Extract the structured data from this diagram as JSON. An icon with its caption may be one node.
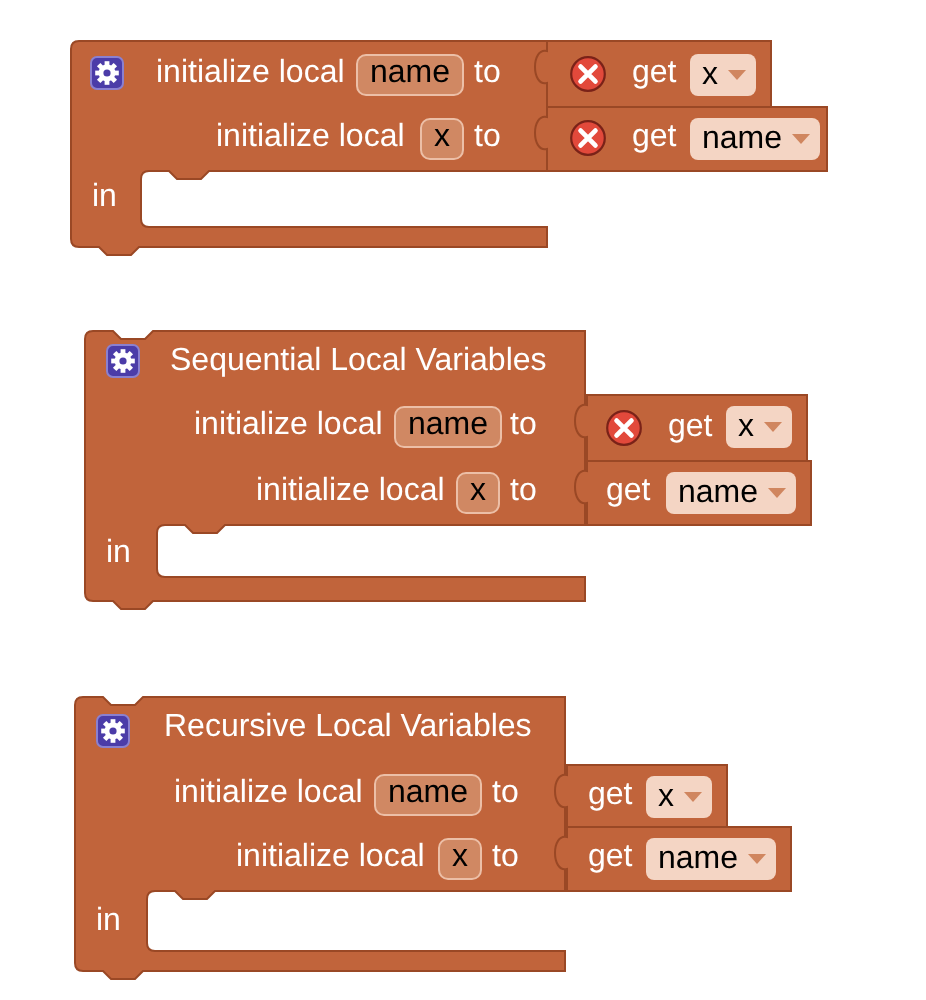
{
  "diagram": {
    "nodes": [
      {
        "text": [
          "initialize local",
          "to",
          "initialize local",
          "to",
          "in"
        ]
      },
      {
        "text": [
          "name"
        ],
        "in": 0
      },
      {
        "text": [
          "get"
        ]
      },
      {
        "text": [
          "x"
        ],
        "in": 2
      },
      {
        "text": [
          "x"
        ],
        "in": 0
      },
      {
        "text": [
          "get"
        ]
      },
      {
        "text": [
          "name"
        ],
        "in": 5
      },
      {
        "text": [
          "Sequential Local Variables",
          "initialize local",
          "to",
          "initialize local",
          "to",
          "in"
        ]
      },
      {
        "text": [
          "name"
        ],
        "in": 7
      },
      {
        "text": [
          "get"
        ]
      },
      {
        "text": [
          "x"
        ],
        "in": 9
      },
      {
        "text": [
          "x"
        ],
        "in": 7
      },
      {
        "text": [
          "get"
        ]
      },
      {
        "text": [
          "name"
        ],
        "in": 12
      },
      {
        "text": [
          "Recursive Local Variables",
          "initialize local",
          "to",
          "initialize local",
          "to",
          "in"
        ]
      },
      {
        "text": [
          "name"
        ],
        "in": 14
      },
      {
        "text": [
          "get"
        ]
      },
      {
        "text": [
          "x"
        ],
        "in": 16
      },
      {
        "text": [
          "x"
        ],
        "in": 14
      },
      {
        "text": [
          "get"
        ]
      },
      {
        "text": [
          "name"
        ],
        "in": 19
      }
    ]
  }
}
